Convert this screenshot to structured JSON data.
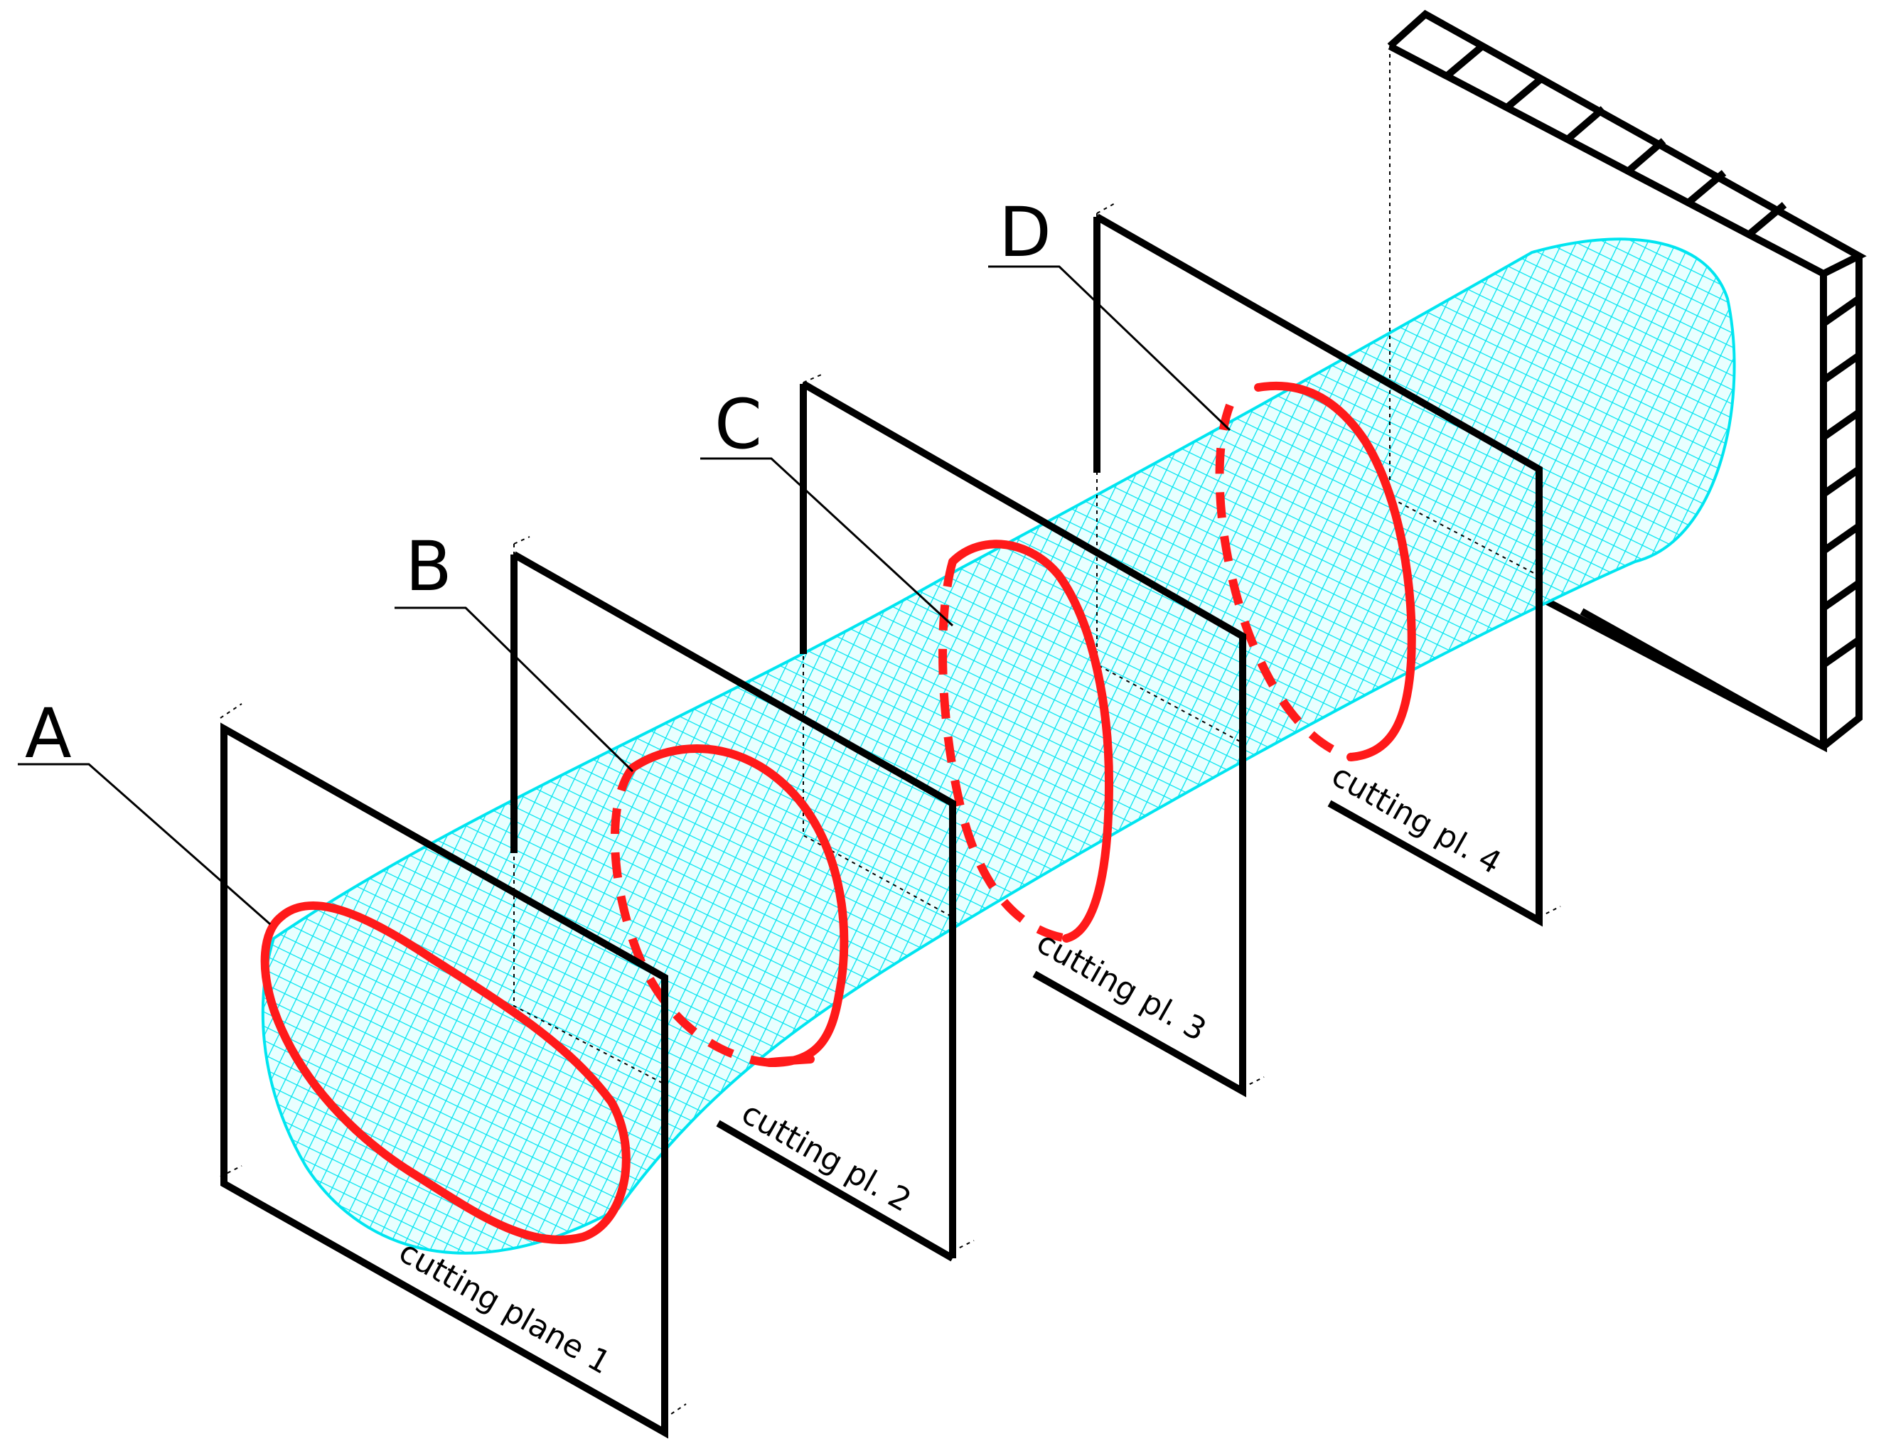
{
  "labels": {
    "a": "A",
    "b": "B",
    "c": "C",
    "d": "D"
  },
  "planes": {
    "p1": "cutting plane 1",
    "p2": "cutting pl. 2",
    "p3": "cutting pl. 3",
    "p4": "cutting pl. 4"
  },
  "colors": {
    "mesh": "#00e5f0",
    "section": "#ff1a1a",
    "frame": "#000000"
  }
}
